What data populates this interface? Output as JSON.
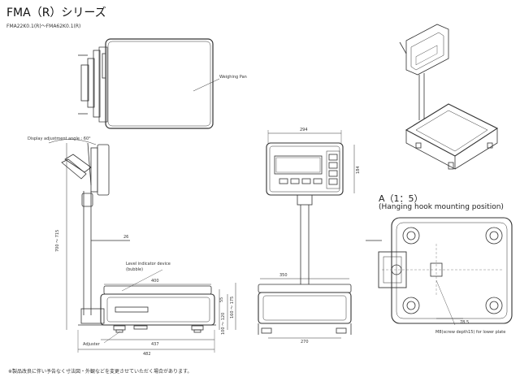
{
  "header": {
    "title": "FMA（R）シリーズ",
    "models": "FMA22K0.1(R)～FMA62K0.1(R)"
  },
  "labels": {
    "weighing_pan": "Weighing Pan",
    "display_angle": "Display adjustment angle : 60°",
    "level_indicator_1": "Level indicator device",
    "level_indicator_2": "(bubble)",
    "adjuster": "Adjuster",
    "m8_hole": "M8(screw depth15) for lower plate"
  },
  "detail": {
    "title": "A（1：5）",
    "subtitle": "(Hanging hook mounting position)"
  },
  "dimensions": {
    "height_range": "700 ～ 715",
    "offset_26": "26",
    "pan_width": "400",
    "base_depth": "437",
    "overall_depth": "482",
    "h55": "55",
    "h100_120": "100 ～ 120",
    "h160_175": "160 ～ 175",
    "display_width": "294",
    "display_height": "184",
    "front_350": "350",
    "front_270": "270",
    "detail_78_5": "78.5"
  },
  "footnote": "※製品改良に伴い予告なく寸法図・外観などを変更させていただく場合があります。",
  "colors": {
    "line": "#333333",
    "background": "#ffffff"
  }
}
